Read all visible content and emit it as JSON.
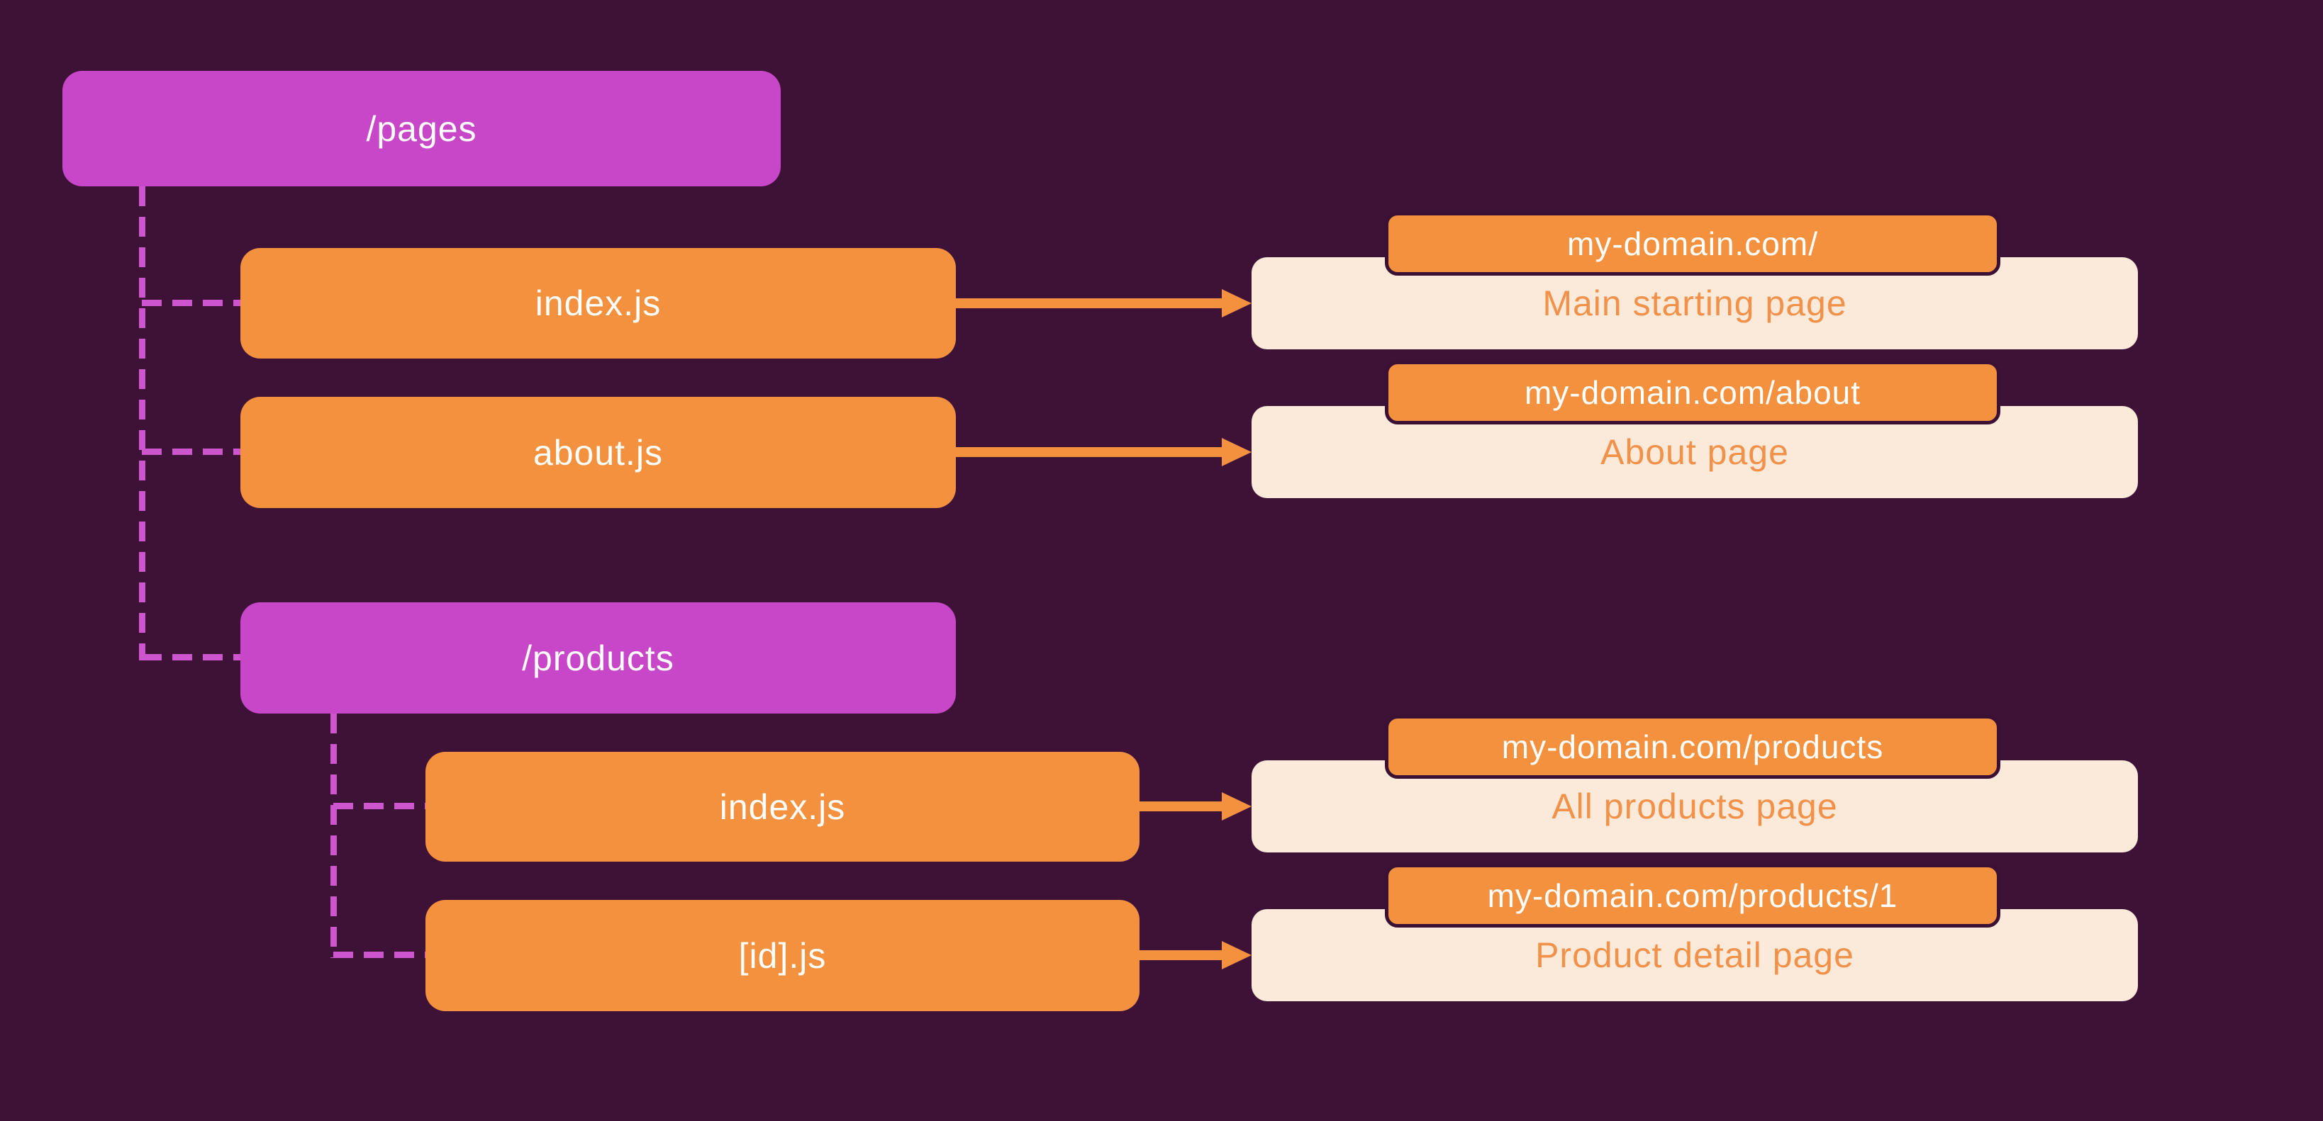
{
  "palette": {
    "background": "#3E1137",
    "magenta": "#C847C8",
    "dash": "#CD55CD",
    "orange": "#F4913F",
    "cream": "#FBEADA",
    "desc_text": "#F29149",
    "badge_border": "#3A1134",
    "white": "#FFFFFF"
  },
  "nodes": {
    "pages": {
      "label": "/pages",
      "type": "folder"
    },
    "pages_index": {
      "label": "index.js",
      "type": "file"
    },
    "pages_about": {
      "label": "about.js",
      "type": "file"
    },
    "products": {
      "label": "/products",
      "type": "folder"
    },
    "products_index": {
      "label": "index.js",
      "type": "file"
    },
    "products_id": {
      "label": "[id].js",
      "type": "file"
    }
  },
  "structure": {
    "children_of_pages": [
      "pages_index",
      "pages_about",
      "products"
    ],
    "children_of_products": [
      "products_index",
      "products_id"
    ]
  },
  "routes": {
    "home": {
      "url": "my-domain.com/",
      "description": "Main starting page",
      "source": "pages_index"
    },
    "about": {
      "url": "my-domain.com/about",
      "description": "About page",
      "source": "pages_about"
    },
    "products_list": {
      "url": "my-domain.com/products",
      "description": "All products page",
      "source": "products_index"
    },
    "product_detail": {
      "url": "my-domain.com/products/1",
      "description": "Product detail page",
      "source": "products_id"
    }
  }
}
